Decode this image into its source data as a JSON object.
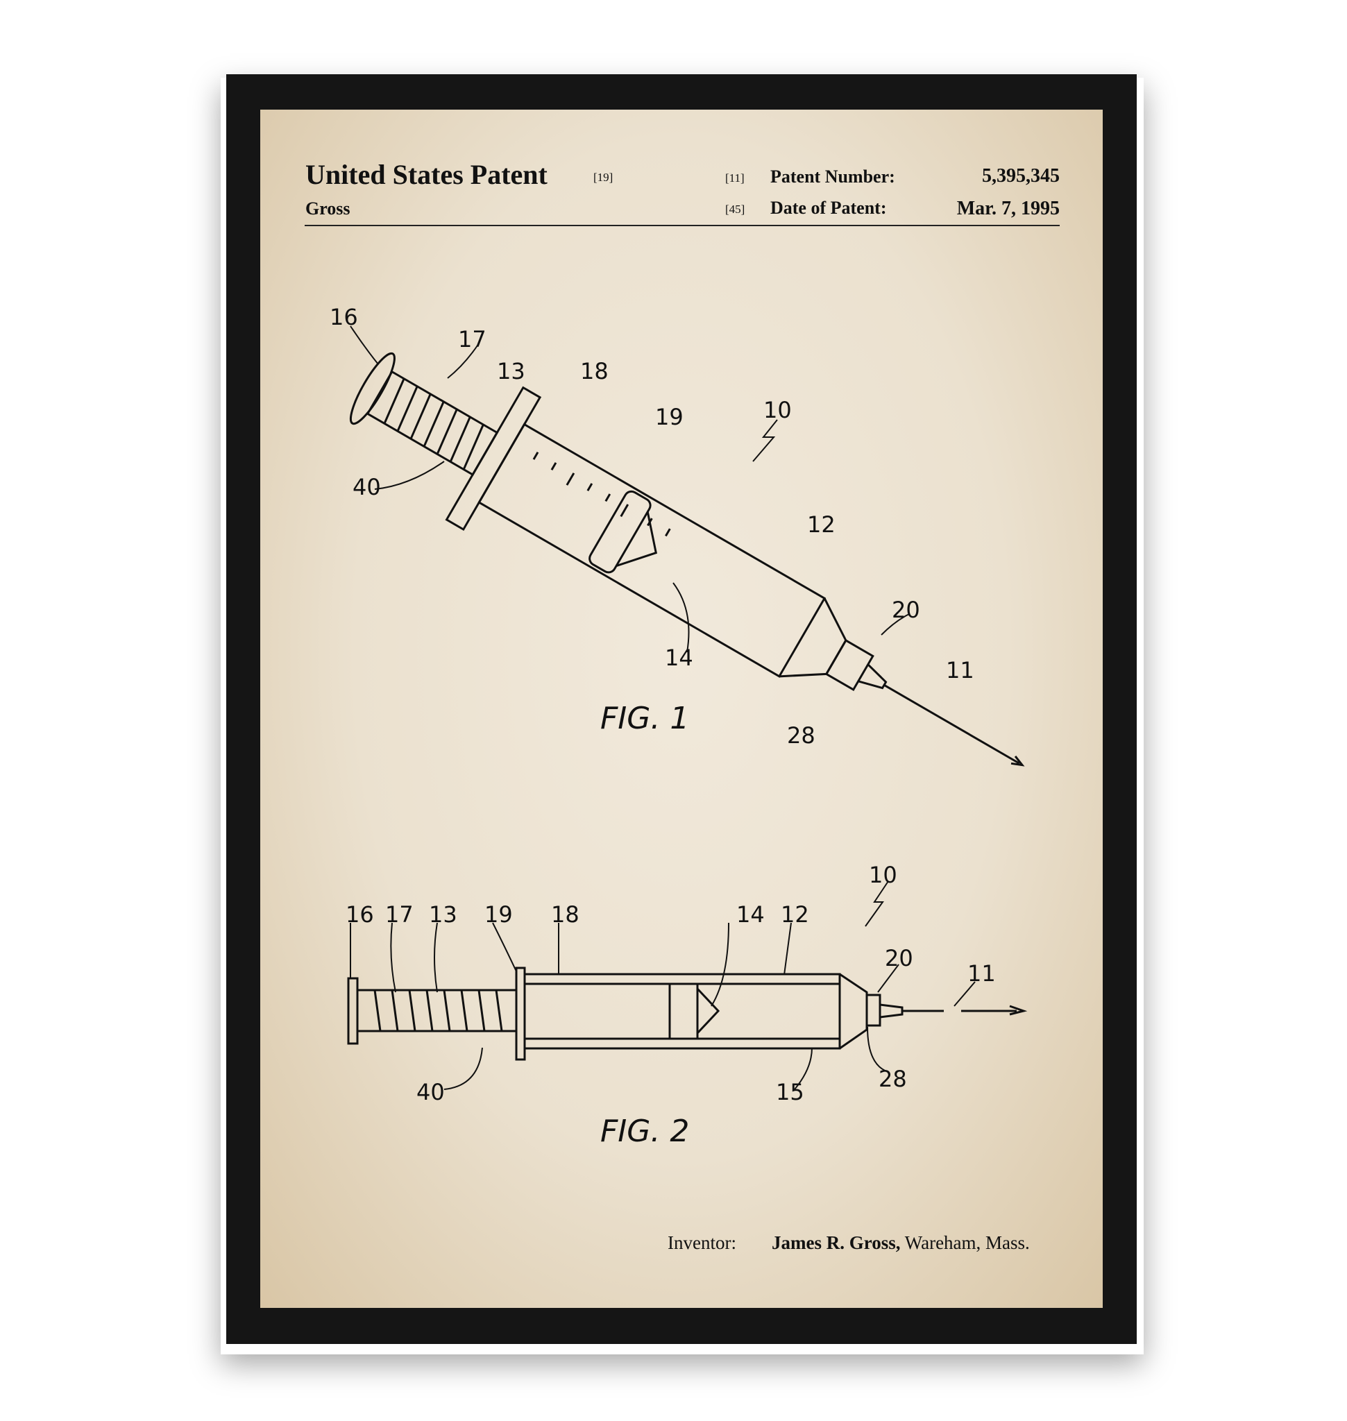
{
  "header": {
    "title": "United States Patent",
    "title_code": "[19]",
    "inventor_surname": "Gross",
    "patent_number_code": "[11]",
    "patent_number_label": "Patent Number:",
    "patent_number": "5,395,345",
    "date_code": "[45]",
    "date_label": "Date of Patent:",
    "date": "Mar. 7, 1995"
  },
  "fig1": {
    "caption": "FIG. 1",
    "labels": [
      "16",
      "17",
      "13",
      "18",
      "19",
      "10",
      "40",
      "12",
      "20",
      "11",
      "14",
      "28"
    ]
  },
  "fig2": {
    "caption": "FIG. 2",
    "labels": [
      "16",
      "17",
      "13",
      "19",
      "18",
      "14",
      "12",
      "10",
      "20",
      "11",
      "40",
      "15",
      "28"
    ]
  },
  "footer": {
    "inventor_label": "Inventor:",
    "inventor_name": "James R. Gross,",
    "inventor_location": "Wareham, Mass."
  }
}
